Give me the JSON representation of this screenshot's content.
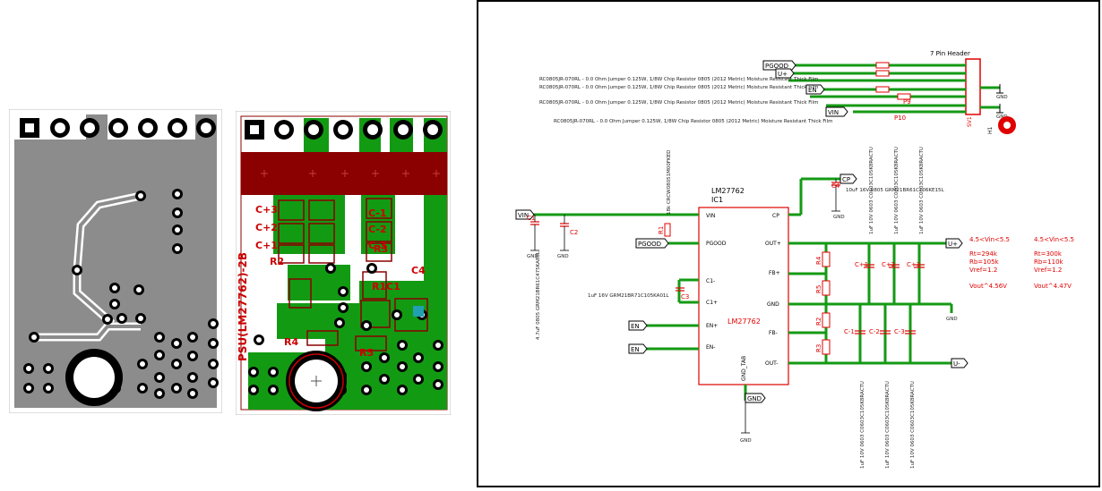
{
  "pcb_top": {
    "silkscreen_title": "PSU(LM27762)-2B",
    "labels": {
      "c_plus3": "C+3",
      "c_plus2": "C+2",
      "c_plus1": "C+1",
      "c_minus1": "C-1",
      "c_minus2": "C-2",
      "c_minus3": "C-3",
      "r1": "R1",
      "r2": "R2",
      "r3": "R3",
      "r4": "R4",
      "r5": "R5",
      "c1": "C1",
      "c4": "C4"
    }
  },
  "schematic": {
    "header": {
      "title": "7 Pin Header",
      "ref": "SV1"
    },
    "hole": "H1",
    "nets": {
      "pgood": "PGOOD",
      "uplus": "U+",
      "en": "EN",
      "vin": "VIN",
      "cp": "CP",
      "uminus": "U-",
      "gnd": "GND"
    },
    "jumper_notes": [
      "RC0805JR-070RL - 0.0 Ohm Jumper 0.125W, 1/8W Chip Resistor 0805 (2012 Metric) Moisture Resistant Thick Film",
      "RC0805JR-070RL - 0.0 Ohm Jumper 0.125W, 1/8W Chip Resistor 0805 (2012 Metric) Moisture Resistant Thick Film",
      "RC0805JR-070RL - 0.0 Ohm Jumper 0.125W, 1/8W Chip Resistor 0805 (2012 Metric) Moisture Resistant Thick Film",
      "RC0805JR-070RL - 0.0 Ohm Jumper 0.125W, 1/8W Chip Resistor 0805 (2012 Metric) Moisture Resistant Thick Film"
    ],
    "resistors_jumpers": {
      "p9": "P9",
      "p10": "P10"
    },
    "ic": {
      "part": "LM27762",
      "ref": "IC1",
      "body_label": "LM27762",
      "pins_left": [
        "VIN",
        "PGOOD",
        "C1-",
        "C1+",
        "EN+",
        "EN-"
      ],
      "pins_right": [
        "CP",
        "OUT+",
        "FB+",
        "GND",
        "FB-",
        "OUT-"
      ],
      "pin_bottom": "GND_TAB"
    },
    "parts": {
      "c1": "C1",
      "c2": "C2",
      "c3": "C3",
      "c4": "C4",
      "r1": "R1",
      "r2": "R2",
      "r3": "R3",
      "r4": "R4",
      "r5": "R5",
      "cplus1": "C+1",
      "cplus2": "C+2",
      "cplus3": "C+3",
      "cminus1": "C-1",
      "cminus2": "C-2",
      "cminus3": "C-3"
    },
    "part_notes": {
      "r1_value": "18k CRCW08051M00FKED",
      "c3_value": "1uF 16V GRM21BR71C105KA01L",
      "c4_value": "10uF 16V 0805 GRM21BR61C106KE15L",
      "cin_value": "4.7uF 0805 GRM21BR61C475KA88L",
      "cplus_values": [
        "1uF 10V 0603 C0603C105K8RACTU",
        "1uF 10V 0603 C0603C105K8RACTU",
        "1uF 10V 0603 C0603C105K8RACTU"
      ],
      "cminus_values": [
        "1uF 10V 0603 C0603C105K8RACTU",
        "1uF 10V 0603 C0603C105K8RACTU",
        "1uF 10V 0603 C0603C105K8RACTU"
      ]
    },
    "design_notes": {
      "col1": [
        "4.5<Vin<5.5",
        "Rt=294k",
        "Rb=105k",
        "Vref=1.2",
        "Vout^4.56V"
      ],
      "col2": [
        "4.5<Vin<5.5",
        "Rt=300k",
        "Rb=110k",
        "Vref=1.2",
        "Vout^4.47V"
      ]
    },
    "gnd_label": "GND"
  }
}
